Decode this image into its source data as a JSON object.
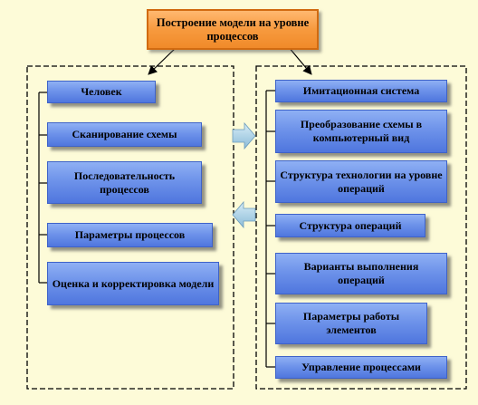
{
  "title": "Построение модели на уровне процессов",
  "left_items": [
    "Человек",
    "Сканирование схемы",
    "Последовательность процессов",
    "Параметры процессов",
    "Оценка и корректировка модели"
  ],
  "right_items": [
    "Имитационная система",
    "Преобразование схемы в компьютерный вид",
    "Структура технологии на уровне операций",
    "Структура операций",
    "Варианты выполнения операций",
    "Параметры работы элементов",
    "Управление процессами"
  ],
  "colors": {
    "background": "#fdfbd8",
    "box_blue": "#6e93ea",
    "box_orange": "#f79a3e",
    "arrow_fill": "#9ec8e0"
  },
  "icons": [
    "arrow-right-icon",
    "arrow-left-icon"
  ]
}
